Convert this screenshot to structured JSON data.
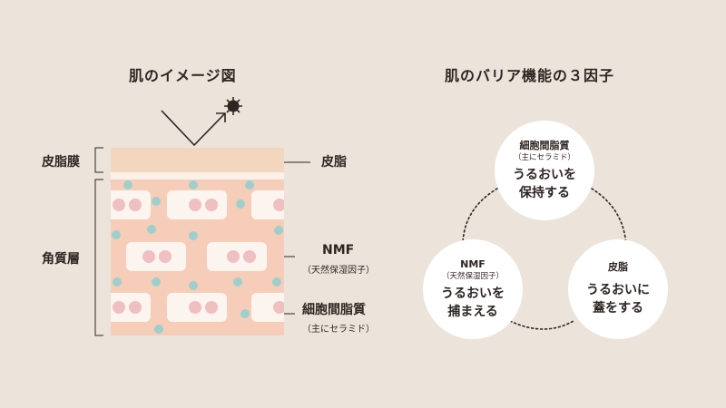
{
  "left_title": "肌のイメージ図",
  "right_title": "肌のバリア機能の３因子",
  "layers": {
    "sebum_membrane": "皮脂膜",
    "stratum_corneum": "角質層"
  },
  "callouts": {
    "sebum": "皮脂",
    "nmf": "NMF",
    "nmf_sub": "（天然保湿因子）",
    "lipid": "細胞間脂質",
    "lipid_sub": "（主にセラミド）"
  },
  "factors": [
    {
      "head": "細胞間脂質",
      "sub": "（主にセラミド）",
      "line1": "うるおいを",
      "line2": "保持する"
    },
    {
      "head": "NMF",
      "sub": "（天然保湿因子）",
      "line1": "うるおいを",
      "line2": "捕まえる"
    },
    {
      "head": "皮脂",
      "sub": "",
      "line1": "うるおいに",
      "line2": "蓋をする"
    }
  ],
  "colors": {
    "background": "#ece3da",
    "sebum_layer": "#f2d6bd",
    "skin": "#f5cdb8",
    "cell": "#fcf4ef",
    "nucleus": "#f0bfc0",
    "moisture_dot": "#9fcfcd"
  }
}
